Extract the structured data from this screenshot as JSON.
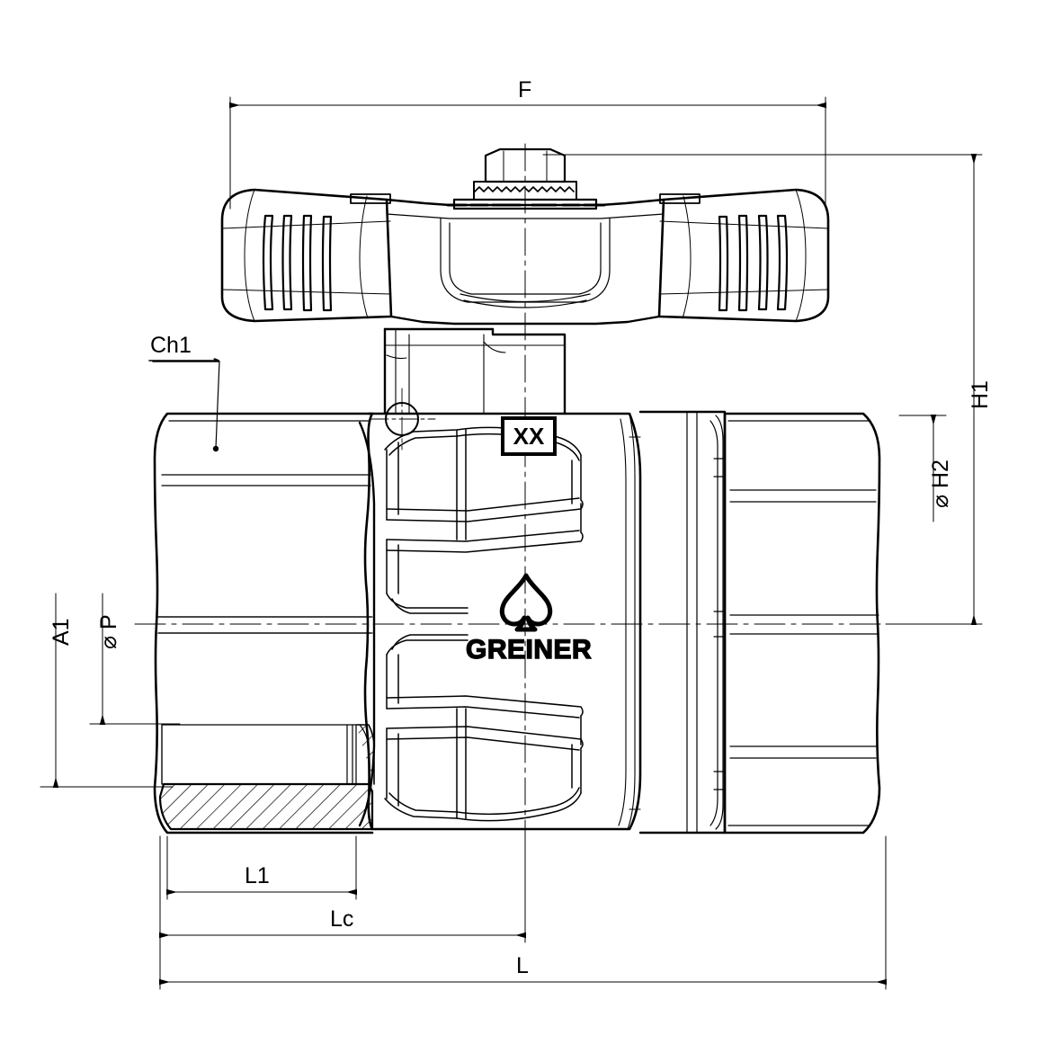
{
  "drawing": {
    "type": "engineering-dimension-drawing",
    "subject": "Ball valve with butterfly (wing) handle, female threaded ends",
    "brand": "GREINER",
    "brand_logo": "spade-icon",
    "marking_box": "XX",
    "background": "#ffffff",
    "line_color": "#000000"
  },
  "dimensions": {
    "F": {
      "label": "F",
      "orientation": "horizontal",
      "position": "top",
      "description": "overall handle width"
    },
    "H1": {
      "label": "H1",
      "orientation": "vertical",
      "position": "right-outer",
      "description": "overall height from centerline to top of stem nut"
    },
    "H2": {
      "label": "⌀ H2",
      "orientation": "vertical",
      "position": "right-inner",
      "description": "body outside diameter"
    },
    "Ch1": {
      "label": "Ch1",
      "orientation": "leader",
      "position": "left-upper",
      "description": "chamfer callout on left hex end"
    },
    "A1": {
      "label": "A1",
      "orientation": "vertical",
      "position": "left-outer",
      "description": "thread major dimension"
    },
    "P": {
      "label": "⌀ P",
      "orientation": "vertical",
      "position": "left-inner",
      "description": "port bore diameter"
    },
    "L1": {
      "label": "L1",
      "orientation": "horizontal",
      "position": "bottom-1",
      "description": "thread engagement length"
    },
    "Lc": {
      "label": "Lc",
      "orientation": "horizontal",
      "position": "bottom-2",
      "description": "length to centerline"
    },
    "L": {
      "label": "L",
      "orientation": "horizontal",
      "position": "bottom-3",
      "description": "overall length"
    }
  },
  "annotations": {
    "marking": "XX",
    "brand_text": "GREINER"
  }
}
